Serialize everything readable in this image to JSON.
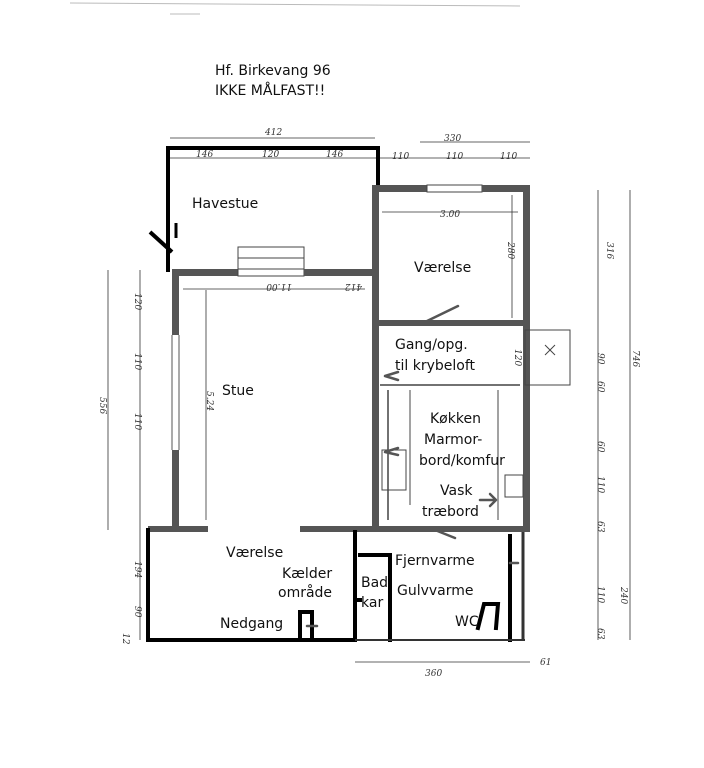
{
  "header": {
    "line1": "Hf. Birkevang 96",
    "line2": "IKKE MÅLFAST!!"
  },
  "rooms": {
    "havestue": "Havestue",
    "vaerelse_top": "Værelse",
    "gang_line1": "Gang/opg.",
    "gang_line2": "til krybeloft",
    "stue": "Stue",
    "kokken_line1": "Køkken",
    "kokken_line2": "Marmor-",
    "kokken_line3": "bord/komfur",
    "vask_line1": "Vask",
    "vask_line2": "træbord",
    "vaerelse_bottom": "Værelse",
    "kaelder_line1": "Kælder",
    "kaelder_line2": "område",
    "nedgang": "Nedgang",
    "bad_line1": "Bad",
    "bad_line2": "kar",
    "fjernvarme": "Fjernvarme",
    "gulvvarme": "Gulvvarme",
    "wc": "WC"
  },
  "dimensions": {
    "top_total": "412",
    "top_146a": "146",
    "top_120": "120",
    "top_146b": "146",
    "top_right_total": "330",
    "top_110a": "110",
    "top_110b": "110",
    "top_110c": "110",
    "vaerelse_width": "3.00",
    "vaerelse_depth": "280",
    "stue_width": "11.00",
    "stue_412": "412",
    "stue_depth": "5.24",
    "left_total": "556",
    "left_120": "120",
    "left_110a": "110",
    "left_110b": "110",
    "left_194": "194",
    "left_90": "90",
    "left_12": "12",
    "gang_120": "120",
    "right_316": "316",
    "right_746": "746",
    "right_90": "90",
    "right_60a": "60",
    "right_60b": "60",
    "right_110a": "110",
    "right_63": "63",
    "right_240": "240",
    "right_110b": "110",
    "right_63b": "63",
    "bottom_360": "360",
    "bottom_61": "61"
  }
}
